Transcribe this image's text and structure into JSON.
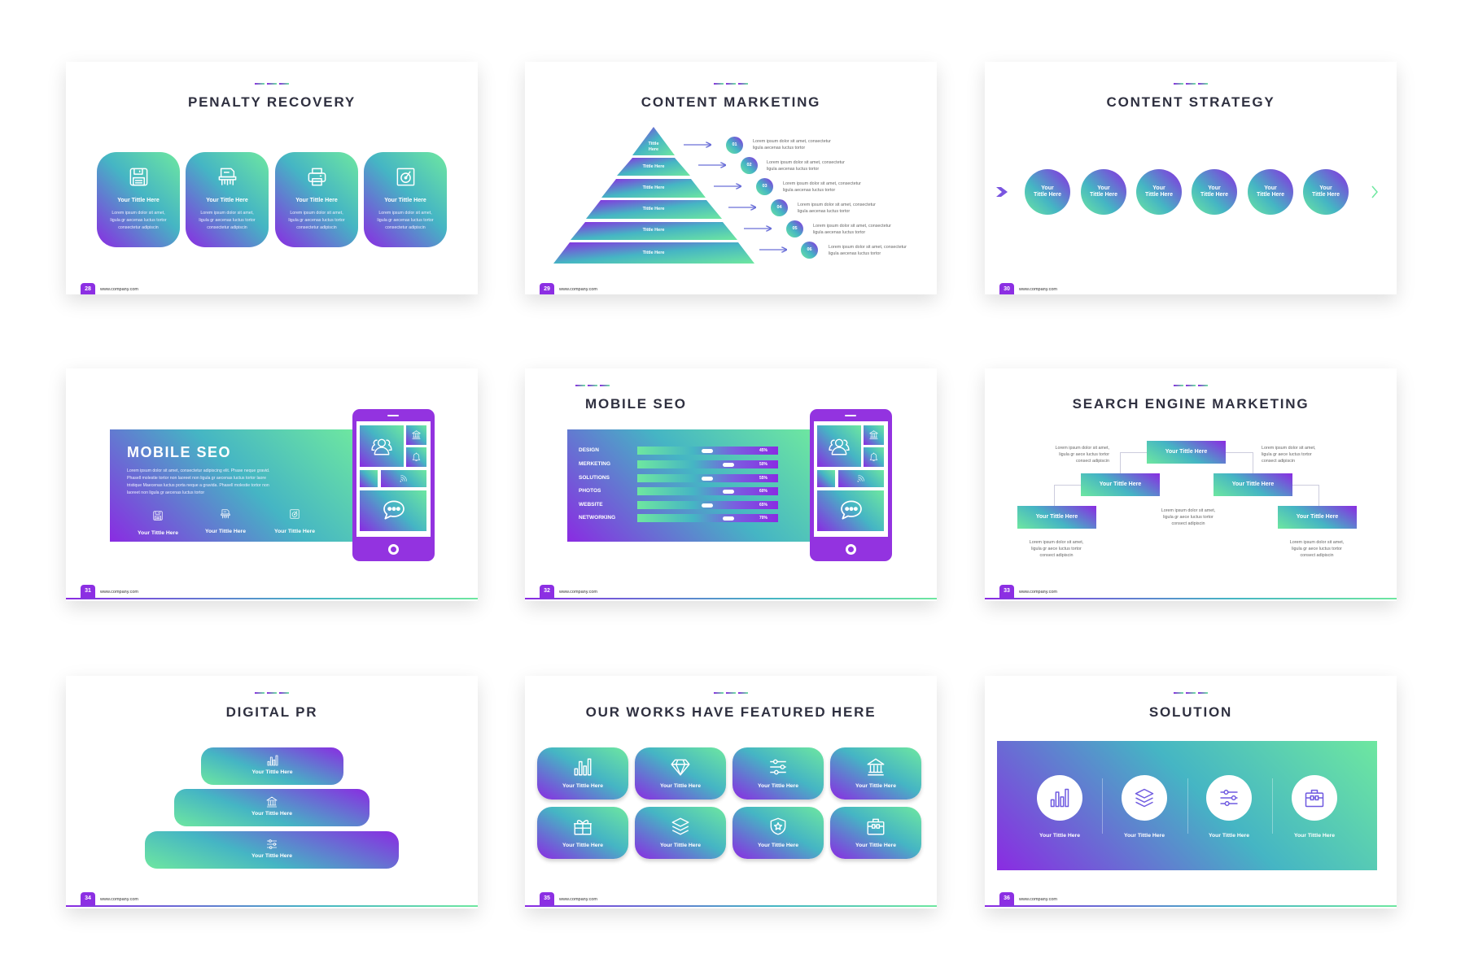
{
  "footer_url": "www.company.com",
  "colors": {
    "purple": "#8a2be2",
    "teal": "#45b5c4",
    "green": "#6ee7a0",
    "title": "#2f3040"
  },
  "slides": [
    {
      "page": "28",
      "title": "PENALTY RECOVERY",
      "cards": [
        {
          "icon": "floppy-disk",
          "title": "Your Tittle Here",
          "text": "Lorem ipsum dolor sit amet,\nligula gr aecenas luctus tortor\nconsectetur adipiscin"
        },
        {
          "icon": "shredder",
          "title": "Your Tittle Here",
          "text": "Lorem ipsum dolor sit amet,\nligula gr aecenas luctus tortor\nconsectetur adipiscin"
        },
        {
          "icon": "printer",
          "title": "Your Tittle Here",
          "text": "Lorem ipsum dolor sit amet,\nligula gr aecenas luctus tortor\nconsectetur adipiscin"
        },
        {
          "icon": "vinyl-record",
          "title": "Your Tittle Here",
          "text": "Lorem ipsum dolor sit amet,\nligula gr aecenas luctus tortor\nconsectetur adipiscin"
        }
      ]
    },
    {
      "page": "29",
      "title": "CONTENT MARKETING",
      "tiers": [
        "Tittle\nHere",
        "Tittle Here",
        "Tittle Here",
        "Tittle Here",
        "Tittle Here",
        "Tittle Here"
      ],
      "items": [
        {
          "num": "01",
          "text": "Lorem ipsum dolor sit amet, consectetur\nligula aecenas luctus tortor"
        },
        {
          "num": "02",
          "text": "Lorem ipsum dolor sit amet, consectetur\nligula aecenas luctus tortor"
        },
        {
          "num": "03",
          "text": "Lorem ipsum dolor sit amet, consectetur\nligula aecenas luctus tortor"
        },
        {
          "num": "04",
          "text": "Lorem ipsum dolor sit amet, consectetur\nligula aecenas luctus tortor"
        },
        {
          "num": "05",
          "text": "Lorem ipsum dolor sit amet, consectetur\nligula aecenas luctus tortor"
        },
        {
          "num": "06",
          "text": "Lorem ipsum dolor sit amet, consectetur\nligula aecenas luctus tortor"
        }
      ]
    },
    {
      "page": "30",
      "title": "CONTENT STRATEGY",
      "steps": [
        "Your\nTittle Here",
        "Your\nTittle Here",
        "Your\nTittle Here",
        "Your\nTittle Here",
        "Your\nTittle Here",
        "Your\nTittle Here"
      ]
    },
    {
      "page": "31",
      "heading": "MOBILE SEO",
      "text": "Lorem ipsum dolor sit amet, consectetur adipiscing elit. Phase neque gravid.\nPhasell molestie tortor non laoreet non ligula gr aecenas luctus tortor laore\ntristique Maecenas luctus porta neque a gravida. Phasell molestie tortor non\nlaoreet non ligula gr aecenas luctus tortor",
      "features": [
        {
          "icon": "floppy-disk",
          "title": "Your Tittle Here"
        },
        {
          "icon": "shredder",
          "title": "Your Tittle Here"
        },
        {
          "icon": "vinyl-record",
          "title": "Your Tittle Here"
        }
      ],
      "phone_icons": [
        "users",
        "bank",
        "bell",
        "wifi",
        "chat"
      ]
    },
    {
      "page": "32",
      "title": "MOBILE SEO",
      "skills": [
        {
          "label": "DESIGN",
          "value": "45%"
        },
        {
          "label": "MERKETING",
          "value": "50%"
        },
        {
          "label": "SOLUTIONS",
          "value": "55%"
        },
        {
          "label": "PHOTOS",
          "value": "60%"
        },
        {
          "label": "WEBSITE",
          "value": "65%"
        },
        {
          "label": "NETWORKING",
          "value": "70%"
        }
      ],
      "phone_icons": [
        "users",
        "bank",
        "bell",
        "wifi",
        "chat"
      ]
    },
    {
      "page": "33",
      "title": "SEARCH ENGINE MARKETING",
      "boxes": [
        "Your Tittle Here",
        "Your Tittle Here",
        "Your Tittle Here",
        "Your Tittle Here",
        "Your Tittle Here"
      ],
      "notes": [
        "Lorem ipsum dolor sit amet,\nligula gr aece luctus tortor\nconsect adipiscin",
        "Lorem ipsum dolor sit amet,\nligula gr aece luctus tortor\nconsect adipiscin",
        "Lorem ipsum dolor sit amet,\nligula gr aece luctus tortor\nconsect adipiscin",
        "Lorem ipsum dolor sit amet,\nligula gr aece luctus tortor\nconsect adipiscin",
        "Lorem ipsum dolor sit amet,\nligula gr aece luctus tortor\nconsect adipiscin"
      ]
    },
    {
      "page": "34",
      "title": "DIGITAL PR",
      "levels": [
        {
          "icon": "bar-chart",
          "title": "Your Tittle Here"
        },
        {
          "icon": "bank",
          "title": "Your Tittle Here"
        },
        {
          "icon": "sliders",
          "title": "Your Tittle Here"
        }
      ]
    },
    {
      "page": "35",
      "title": "OUR WORKS HAVE FEATURED HERE",
      "works": [
        {
          "icon": "bar-chart",
          "title": "Your Tittle Here"
        },
        {
          "icon": "diamond",
          "title": "Your Tittle Here"
        },
        {
          "icon": "sliders",
          "title": "Your Tittle Here"
        },
        {
          "icon": "bank",
          "title": "Your Tittle Here"
        },
        {
          "icon": "gift",
          "title": "Your Tittle Here"
        },
        {
          "icon": "layers",
          "title": "Your Tittle Here"
        },
        {
          "icon": "shield-star",
          "title": "Your Tittle Here"
        },
        {
          "icon": "briefcase",
          "title": "Your Tittle Here"
        }
      ]
    },
    {
      "page": "36",
      "title": "SOLUTION",
      "solutions": [
        {
          "icon": "bar-chart",
          "title": "Your Tittle Here"
        },
        {
          "icon": "layers",
          "title": "Your Tittle Here"
        },
        {
          "icon": "sliders",
          "title": "Your Tittle Here"
        },
        {
          "icon": "briefcase",
          "title": "Your Tittle Here"
        }
      ]
    }
  ]
}
